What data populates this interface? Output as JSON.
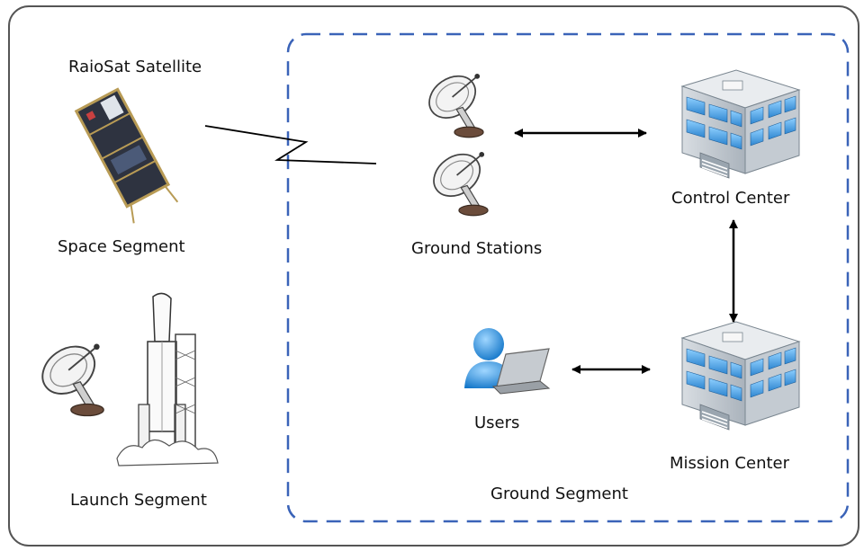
{
  "labels": {
    "satellite": "RaioSat Satellite",
    "space_segment": "Space Segment",
    "launch_segment": "Launch Segment",
    "ground_stations": "Ground Stations",
    "control_center": "Control Center",
    "mission_center": "Mission Center",
    "users": "Users",
    "ground_segment": "Ground Segment"
  },
  "colors": {
    "outer_border": "#555555",
    "ground_segment_border": "#3a63b8",
    "building_blue": "#4aa3e0",
    "user_blue": "#1e88d6",
    "arrow": "#000000"
  },
  "icons": {
    "satellite": "satellite-icon",
    "dish": "satellite-dish-icon",
    "building": "office-building-icon",
    "user": "user-with-laptop-icon",
    "rocket": "rocket-icon"
  }
}
